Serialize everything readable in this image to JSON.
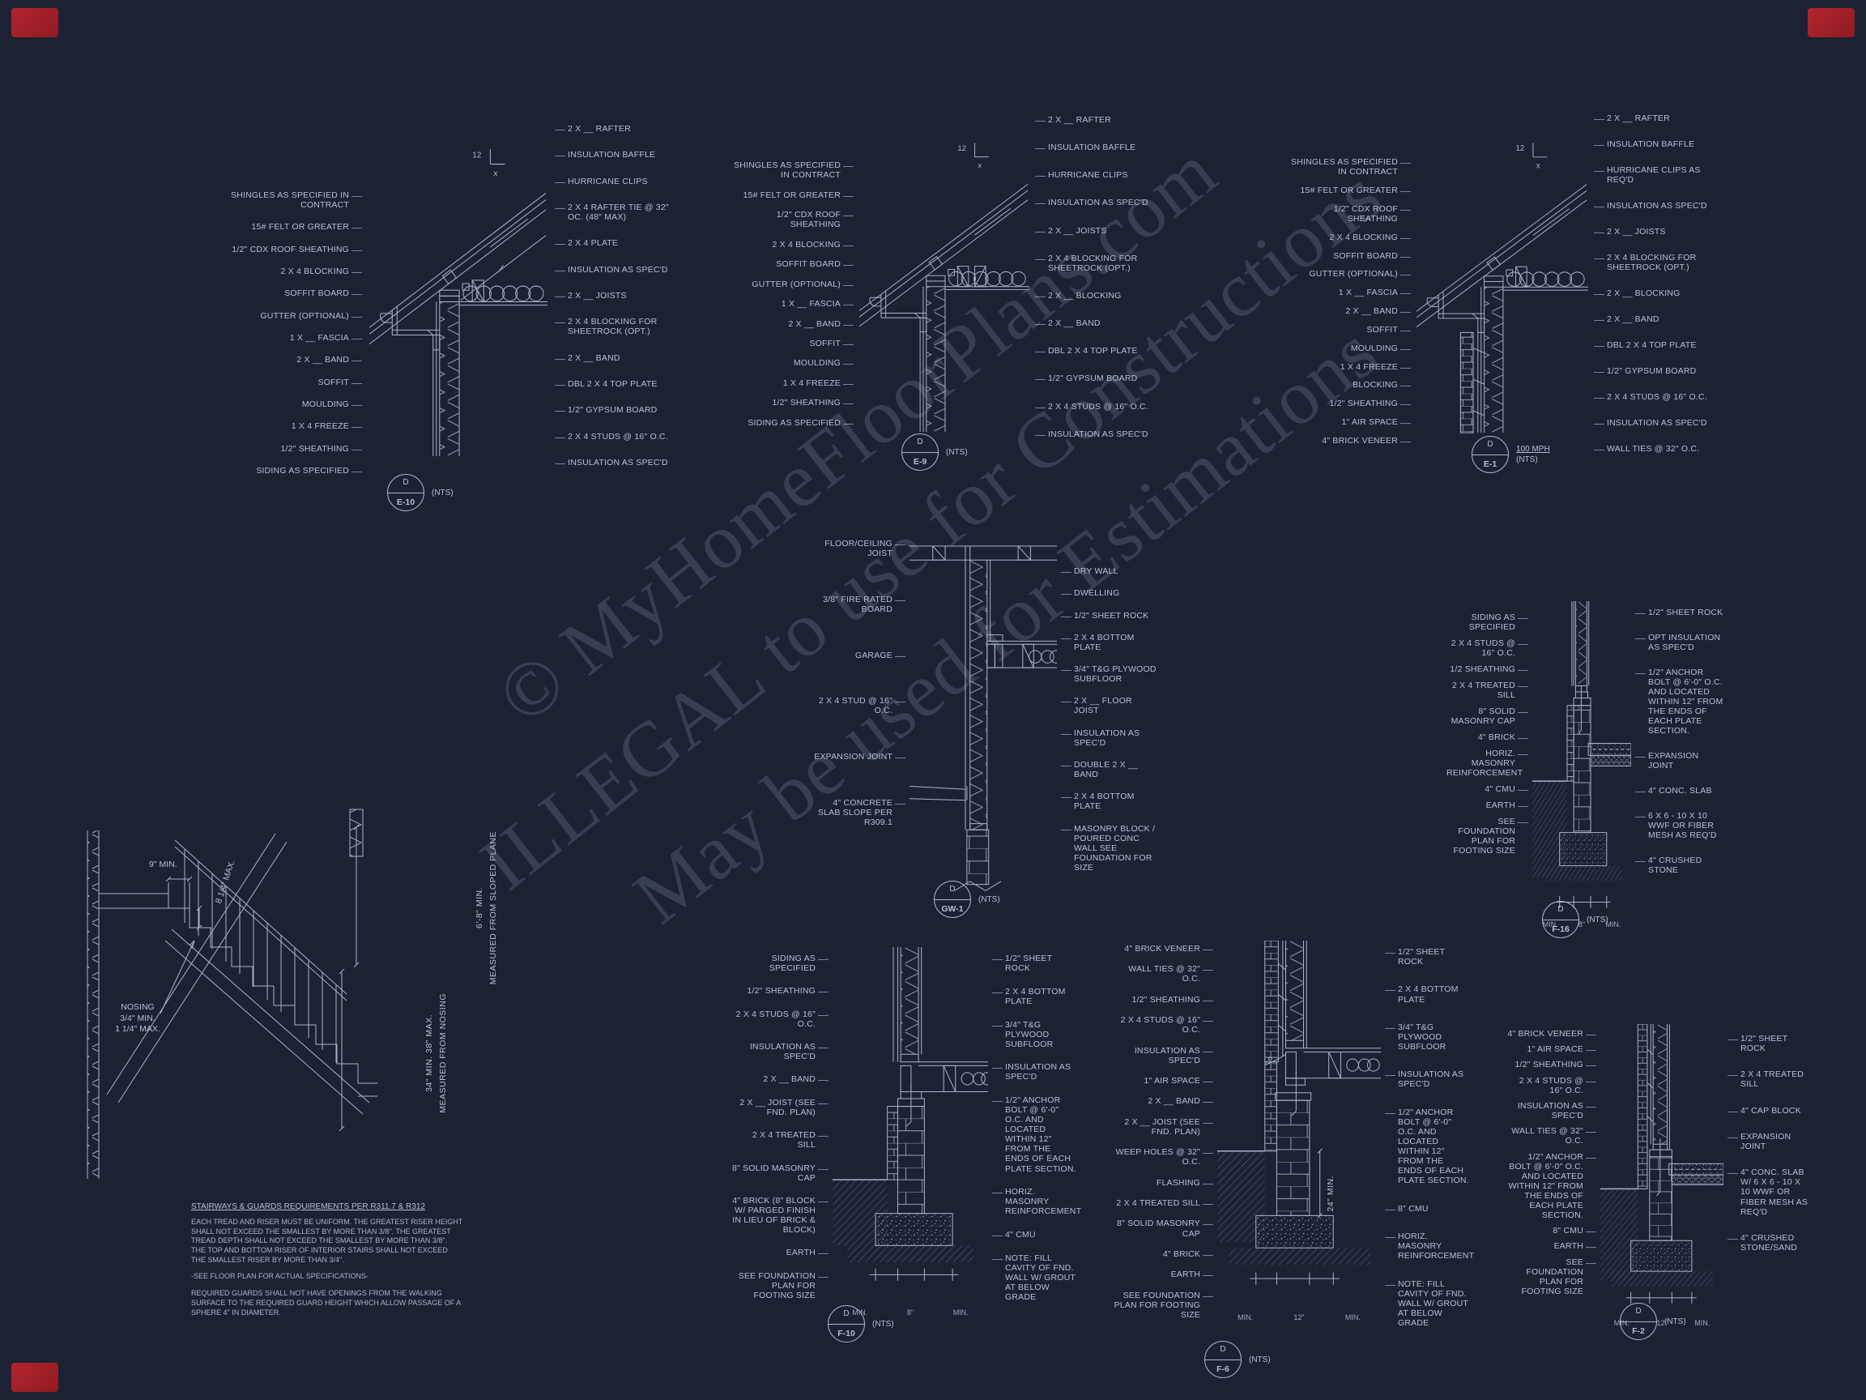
{
  "sheet": {
    "bg": "#1c2234",
    "ink": "#a9b4c9",
    "text_color": "#b6c0d3",
    "brand_red": "#a8222a"
  },
  "watermark": {
    "line1": "© MyHomeFloorPlans.com",
    "line2": "ILLEGAL to use for Constructions",
    "line3": "May be used for Estimations"
  },
  "details": [
    {
      "callout_letter": "D",
      "callout_code": "E-10",
      "scale": "(NTS)",
      "pitch": "12",
      "pitch_x": "x",
      "left_labels": [
        "SHINGLES AS SPECIFIED IN CONTRACT",
        "15# FELT OR GREATER",
        "1/2\" CDX ROOF SHEATHING",
        "2 X 4 BLOCKING",
        "SOFFIT BOARD",
        "GUTTER (OPTIONAL)",
        "1 X __ FASCIA",
        "2 X __ BAND",
        "SOFFIT",
        "MOULDING",
        "1 X 4 FREEZE",
        "1/2\" SHEATHING",
        "SIDING AS SPECIFIED"
      ],
      "right_labels": [
        "2 X __ RAFTER",
        "INSULATION BAFFLE",
        "HURRICANE CLIPS",
        "2 X 4 RAFTER TIE @ 32\" OC. (48\" MAX)",
        "2 X 4 PLATE",
        "INSULATION AS SPEC'D",
        "2 X __ JOISTS",
        "2 X 4 BLOCKING FOR SHEETROCK (OPT.)",
        "2 X __ BAND",
        "DBL 2 X 4 TOP PLATE",
        "1/2\" GYPSUM BOARD",
        "2 X 4 STUDS @ 16\" O.C.",
        "INSULATION AS SPEC'D"
      ]
    },
    {
      "callout_letter": "D",
      "callout_code": "E-9",
      "scale": "(NTS)",
      "pitch": "12",
      "pitch_x": "x",
      "left_labels": [
        "SHINGLES AS SPECIFIED IN CONTRACT",
        "15# FELT OR GREATER",
        "1/2\" CDX ROOF SHEATHING",
        "2 X 4 BLOCKING",
        "SOFFIT BOARD",
        "GUTTER (OPTIONAL)",
        "1 X __ FASCIA",
        "2 X __ BAND",
        "SOFFIT",
        "MOULDING",
        "1 X 4 FREEZE",
        "1/2\" SHEATHING",
        "SIDING AS SPECIFIED"
      ],
      "right_labels": [
        "2 X __ RAFTER",
        "INSULATION BAFFLE",
        "HURRICANE CLIPS",
        "INSULATION AS SPEC'D",
        "2 X __ JOISTS",
        "2 X 4 BLOCKING FOR SHEETROCK (OPT.)",
        "2 X __ BLOCKING",
        "2 X __ BAND",
        "DBL 2 X 4 TOP PLATE",
        "1/2\" GYPSUM BOARD",
        "2 X 4 STUDS @ 16\" O.C.",
        "INSULATION AS SPEC'D"
      ]
    },
    {
      "callout_letter": "D",
      "callout_code": "E-1",
      "callout_note": "100 MPH",
      "scale": "(NTS)",
      "pitch": "12",
      "pitch_x": "x",
      "left_labels": [
        "SHINGLES AS SPECIFIED IN CONTRACT",
        "15# FELT OR GREATER",
        "1/2\" CDX ROOF SHEATHING",
        "2 X 4 BLOCKING",
        "SOFFIT BOARD",
        "GUTTER (OPTIONAL)",
        "1 X __ FASCIA",
        "2 X __ BAND",
        "SOFFIT",
        "MOULDING",
        "1 X 4 FREEZE",
        "BLOCKING",
        "1/2\" SHEATHING",
        "1\" AIR SPACE",
        "4\" BRICK VENEER"
      ],
      "right_labels": [
        "2 X __ RAFTER",
        "INSULATION BAFFLE",
        "HURRICANE CLIPS AS REQ'D",
        "INSULATION AS SPEC'D",
        "2 X __ JOISTS",
        "2 X 4 BLOCKING FOR SHEETROCK (OPT.)",
        "2 X __ BLOCKING",
        "2 X __ BAND",
        "DBL 2 X 4 TOP PLATE",
        "1/2\" GYPSUM BOARD",
        "2 X 4 STUDS @ 16\" O.C.",
        "INSULATION AS SPEC'D",
        "WALL TIES @ 32\" O.C."
      ]
    },
    {
      "callout_letter": "D",
      "callout_code": "GW-1",
      "scale": "(NTS)",
      "left_labels": [
        "FLOOR/CEILING JOIST",
        "3/8\" FIRE RATED BOARD",
        "GARAGE",
        "2 X 4 STUD @ 16\" O.C.",
        "EXPANSION JOINT",
        "4\" CONCRETE SLAB SLOPE PER R309.1"
      ],
      "right_labels": [
        "DRY WALL",
        "DWELLING",
        "1/2\" SHEET ROCK",
        "2 X 4 BOTTOM PLATE",
        "3/4\" T&G PLYWOOD SUBFLOOR",
        "2 X __ FLOOR JOIST",
        "INSULATION AS SPEC'D",
        "DOUBLE 2 X __ BAND",
        "2 X 4 BOTTOM PLATE",
        "MASONRY BLOCK / POURED CONC WALL SEE FOUNDATION FOR SIZE"
      ]
    },
    {
      "callout_letter": "D",
      "callout_code": "F-16",
      "scale": "(NTS)",
      "left_labels": [
        "SIDING AS SPECIFIED",
        "2 X 4 STUDS @ 16\" O.C.",
        "1/2 SHEATHING",
        "2 X 4 TREATED SILL",
        "8\" SOLID MASONRY CAP",
        "4\" BRICK",
        "HORIZ. MASONRY REINFORCEMENT",
        "4\" CMU",
        "EARTH",
        "SEE FOUNDATION PLAN FOR FOOTING SIZE"
      ],
      "right_labels": [
        "1/2\" SHEET ROCK",
        "OPT INSULATION AS SPEC'D",
        "1/2\" ANCHOR BOLT @ 6'-0\" O.C. AND LOCATED WITHIN 12\" FROM THE ENDS OF EACH PLATE SECTION.",
        "EXPANSION JOINT",
        "4\" CONC. SLAB",
        "6 X 6 - 10 X 10 WWF OR FIBER MESH AS REQ'D",
        "4\" CRUSHED STONE"
      ],
      "dims": [
        "MIN.",
        "8\"",
        "MIN."
      ]
    },
    {
      "callout_letter": "D",
      "callout_code": "F-10",
      "scale": "(NTS)",
      "left_labels": [
        "SIDING AS SPECIFIED",
        "1/2\" SHEATHING",
        "2 X 4 STUDS @ 16\" O.C.",
        "INSULATION AS SPEC'D",
        "2 X __ BAND",
        "2 X __ JOIST (SEE FND. PLAN)",
        "2 X 4 TREATED SILL",
        "8\" SOLID MASONRY CAP",
        "4\" BRICK (8\" BLOCK W/ PARGED FINISH IN LIEU OF BRICK & BLOCK)",
        "EARTH",
        "SEE FOUNDATION PLAN FOR FOOTING SIZE"
      ],
      "right_labels": [
        "1/2\" SHEET ROCK",
        "2 X 4 BOTTOM PLATE",
        "3/4\" T&G PLYWOOD SUBFLOOR",
        "INSULATION AS SPEC'D",
        "1/2\" ANCHOR BOLT @ 6'-0\" O.C. AND LOCATED WITHIN 12\" FROM THE ENDS OF EACH PLATE SECTION.",
        "HORIZ. MASONRY REINFORCEMENT",
        "4\" CMU",
        "NOTE: FILL CAVITY OF FND. WALL W/ GROUT AT BELOW GRADE"
      ],
      "dims": [
        "MIN.",
        "8\"",
        "MIN."
      ]
    },
    {
      "callout_letter": "D",
      "callout_code": "F-6",
      "scale": "(NTS)",
      "left_labels": [
        "4\" BRICK VENEER",
        "WALL TIES @ 32\" O.C.",
        "1/2\" SHEATHING",
        "2 X 4 STUDS @ 16\" O.C.",
        "INSULATION AS SPEC'D",
        "1\" AIR SPACE",
        "2 X __ BAND",
        "2 X __ JOIST (SEE FND. PLAN)",
        "WEEP HOLES @ 32\" O.C.",
        "FLASHING",
        "2 X 4 TREATED SILL",
        "8\" SOLID MASONRY CAP",
        "4\" BRICK",
        "EARTH",
        "SEE FOUNDATION PLAN FOR FOOTING SIZE"
      ],
      "right_labels": [
        "1/2\" SHEET ROCK",
        "2 X 4 BOTTOM PLATE",
        "3/4\" T&G PLYWOOD SUBFLOOR",
        "INSULATION AS SPEC'D",
        "1/2\" ANCHOR BOLT @ 6'-0\" O.C. AND LOCATED WITHIN 12\" FROM THE ENDS OF EACH PLATE SECTION.",
        "8\" CMU",
        "HORIZ. MASONRY REINFORCEMENT",
        "NOTE: FILL CAVITY OF FND. WALL W/ GROUT AT BELOW GRADE"
      ],
      "vdim": "24\" MIN.",
      "dims": [
        "MIN.",
        "12\"",
        "MIN."
      ]
    },
    {
      "callout_letter": "D",
      "callout_code": "F-2",
      "scale": "(NTS)",
      "left_labels": [
        "4\" BRICK VENEER",
        "1\" AIR SPACE",
        "1/2\" SHEATHING",
        "2 X 4 STUDS @ 16\" O.C.",
        "INSULATION AS SPEC'D",
        "WALL TIES @ 32\" O.C.",
        "1/2\" ANCHOR BOLT @ 6'-0\" O.C. AND LOCATED WITHIN 12\" FROM THE ENDS OF EACH PLATE SECTION.",
        "8\" CMU",
        "EARTH",
        "SEE FOUNDATION PLAN FOR FOOTING SIZE"
      ],
      "right_labels": [
        "1/2\" SHEET ROCK",
        "2 X 4 TREATED SILL",
        "4\" CAP BLOCK",
        "EXPANSION JOINT",
        "4\" CONC. SLAB W/ 6 X 6 - 10 X 10 WWF OR FIBER MESH AS REQ'D",
        "4\" CRUSHED STONE/SAND"
      ],
      "dims": [
        "MIN.",
        "12\"",
        "MIN."
      ]
    }
  ],
  "stair": {
    "tread_dim": "9\" MIN.",
    "riser_dim": "8 1/4\" MAX.",
    "nosing_1": "NOSING",
    "nosing_2": "3/4\" MIN.",
    "nosing_3": "1 1/4\" MAX.",
    "guard_dim": "34\" MIN. 38\" MAX.",
    "guard_note": "MEASURED FROM NOSING",
    "headroom_dim": "6'-8\" MIN.",
    "headroom_note": "MEASURED FROM SLOPED PLANE",
    "heading": "STAIRWAYS & GUARDS REQUIREMENTS PER R311.7 & R312",
    "para1": "EACH TREAD AND RISER MUST BE UNIFORM. THE GREATEST RISER HEIGHT SHALL NOT EXCEED THE SMALLEST BY MORE THAN 3/8\". THE GREATEST TREAD DEPTH SHALL NOT EXCEED THE SMALLEST BY MORE THAN 3/8\". THE TOP AND BOTTOM RISER OF INTERIOR STAIRS SHALL NOT EXCEED THE SMALLEST RISER BY MORE THAN 3/4\".",
    "para2": "-SEE FLOOR PLAN FOR ACTUAL SPECIFICATIONS-",
    "para3": "REQUIRED GUARDS SHALL NOT HAVE OPENINGS FROM THE WALKING SURFACE TO THE REQUIRED GUARD HEIGHT WHICH ALLOW PASSAGE OF A SPHERE 4\" IN DIAMETER."
  }
}
